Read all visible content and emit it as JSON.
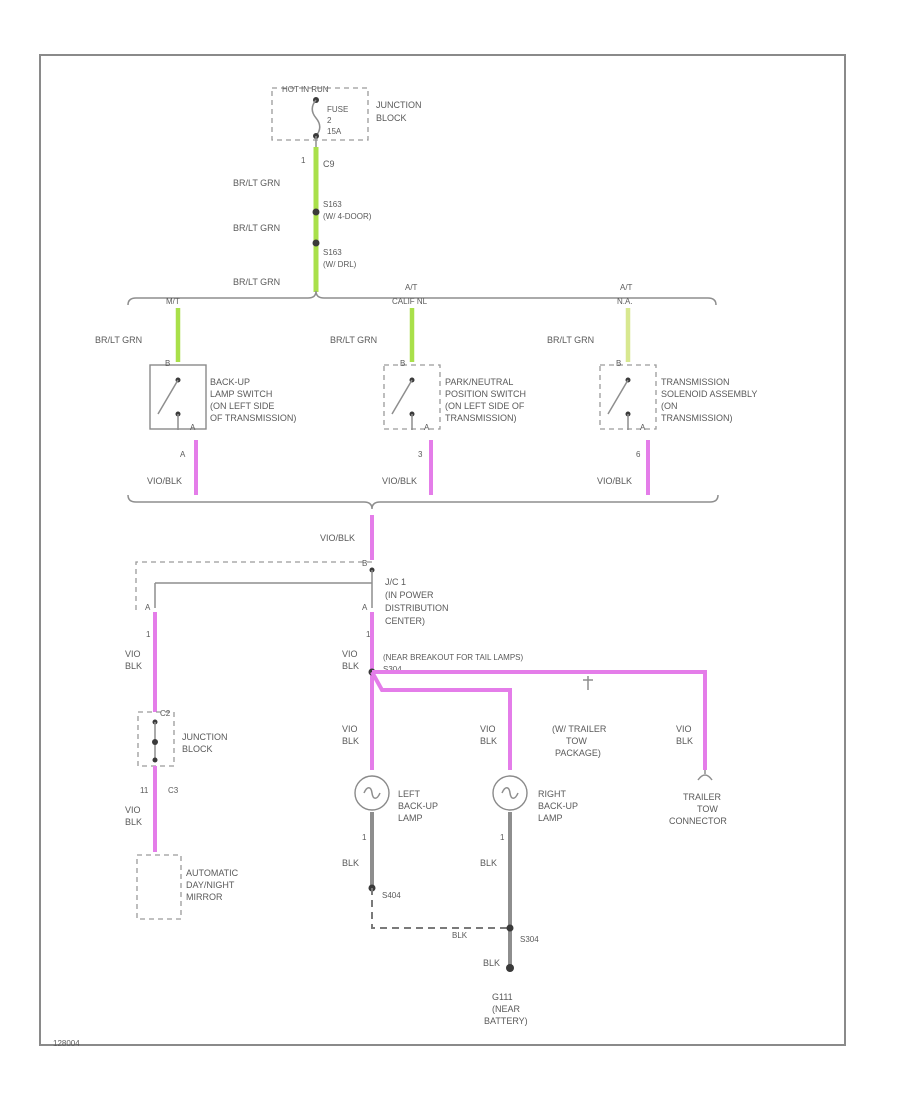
{
  "colors": {
    "green": "#a9e04a",
    "green_pale": "#d8e890",
    "pink": "#e47de9",
    "gray": "#8e8e8e",
    "dark": "#3a3a3a"
  },
  "fuse_block": {
    "header": "HOT IN RUN",
    "fuse_label": "FUSE",
    "fuse_no": "2",
    "fuse_amp": "15A",
    "name_line1": "JUNCTION",
    "name_line2": "BLOCK",
    "pin": "1",
    "conn": "C9"
  },
  "top_wires": {
    "w1": "BR/LT GRN",
    "s1_l1": "S163",
    "s1_l2": "(W/ 4-DOOR)",
    "w2": "BR/LT GRN",
    "s2_l1": "S163",
    "s2_l2": "(W/ DRL)",
    "w3": "BR/LT GRN"
  },
  "switches": [
    {
      "bus_tag": "M/T",
      "wire": "BR/LT GRN",
      "pin_top": "B",
      "pin_bot": "A",
      "pin_num": "A",
      "lines": [
        "BACK-UP",
        "LAMP SWITCH",
        "(ON LEFT SIDE",
        "OF TRANSMISSION)"
      ],
      "wire_out": "VIO/BLK"
    },
    {
      "bus_tag": "A/T",
      "bus_tag2": "CALIF NL",
      "wire": "BR/LT GRN",
      "pin_top": "B",
      "pin_bot": "A",
      "pin_num": "3",
      "lines": [
        "PARK/NEUTRAL",
        "POSITION SWITCH",
        "(ON LEFT SIDE OF",
        "TRANSMISSION)"
      ],
      "wire_out": "VIO/BLK"
    },
    {
      "bus_tag": "A/T",
      "bus_tag2": "N.A.",
      "wire": "BR/LT GRN",
      "pin_top": "B",
      "pin_bot": "A",
      "pin_num": "6",
      "lines": [
        "TRANSMISSION",
        "SOLENOID ASSEMBLY",
        "(ON",
        "TRANSMISSION)"
      ],
      "wire_out": "VIO/BLK"
    }
  ],
  "pdc": {
    "wire_in": "VIO/BLK",
    "pin_in": "B",
    "pin_out_left": "A",
    "pin_out_right": "A",
    "name_lines": [
      "J/C 1",
      "(IN POWER",
      "DISTRIBUTION",
      "CENTER)"
    ],
    "pin_left": "1",
    "pin_right": "1"
  },
  "left_branch": {
    "wire1_l1": "VIO",
    "wire1_l2": "BLK",
    "jb_pin_top": "C2",
    "jb_name_l1": "JUNCTION",
    "jb_name_l2": "BLOCK",
    "jb_pin_bot": "C3",
    "jb_pin_num": "11",
    "wire2_l1": "VIO",
    "wire2_l2": "BLK",
    "mirror_l1": "AUTOMATIC",
    "mirror_l2": "DAY/NIGHT",
    "mirror_l3": "MIRROR"
  },
  "center": {
    "wire_l1": "VIO",
    "wire_l2": "BLK",
    "splice_note": "(NEAR BREAKOUT FOR TAIL LAMPS)",
    "splice": "S304",
    "left_lamp_wire_l1": "VIO",
    "left_lamp_wire_l2": "BLK",
    "left_lamp_l1": "LEFT",
    "left_lamp_l2": "BACK-UP",
    "left_lamp_l3": "LAMP",
    "left_pin": "1",
    "left_gnd_wire": "BLK",
    "splice_g1": "S404",
    "right_lamp_wire_l1": "VIO",
    "right_lamp_wire_l2": "BLK",
    "right_lamp_l1": "RIGHT",
    "right_lamp_l2": "BACK-UP",
    "right_lamp_l3": "LAMP",
    "right_pin": "1",
    "right_gnd_wire": "BLK",
    "dash_wire": "BLK",
    "splice_g2": "S304",
    "ground_wire": "BLK",
    "ground_l1": "G111",
    "ground_l2": "(NEAR",
    "ground_l3": "BATTERY)"
  },
  "trailer": {
    "pkg_l1": "(W/ TRAILER",
    "pkg_l2": "TOW",
    "pkg_l3": "PACKAGE)",
    "wire_l1": "VIO",
    "wire_l2": "BLK",
    "conn_l1": "TRAILER",
    "conn_l2": "TOW",
    "conn_l3": "CONNECTOR"
  },
  "footer_code": "128004"
}
